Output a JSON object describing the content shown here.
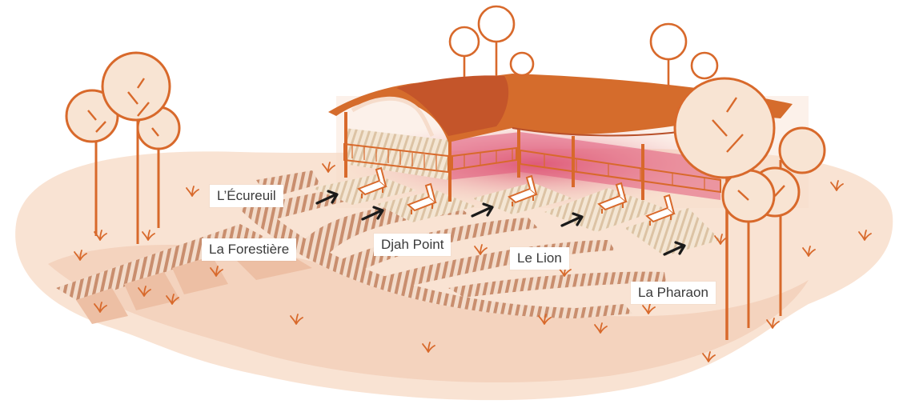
{
  "colors": {
    "accent": "#d8692b",
    "roof": "#d56c2c",
    "roof_dark": "#c4552a",
    "ground": "#f6dccb",
    "ground_light": "#fbe9dd",
    "glow": "#e07a8a",
    "path": "#c98e6e",
    "tree_fill": "#f8e4d3",
    "label_bg": "#ffffff",
    "label_text": "#3a3a3a",
    "arrow": "#1a1a1a"
  },
  "icons": {
    "arrow": "arrow-up-right-icon",
    "lounger": "sun-lounger-icon",
    "tree": "tree-icon",
    "grass": "grass-tuft-icon"
  },
  "zones": [
    {
      "label": "L’Écureuil"
    },
    {
      "label": "La Forestière"
    },
    {
      "label": "Djah Point"
    },
    {
      "label": "Le Lion"
    },
    {
      "label": "La Pharaon"
    }
  ]
}
